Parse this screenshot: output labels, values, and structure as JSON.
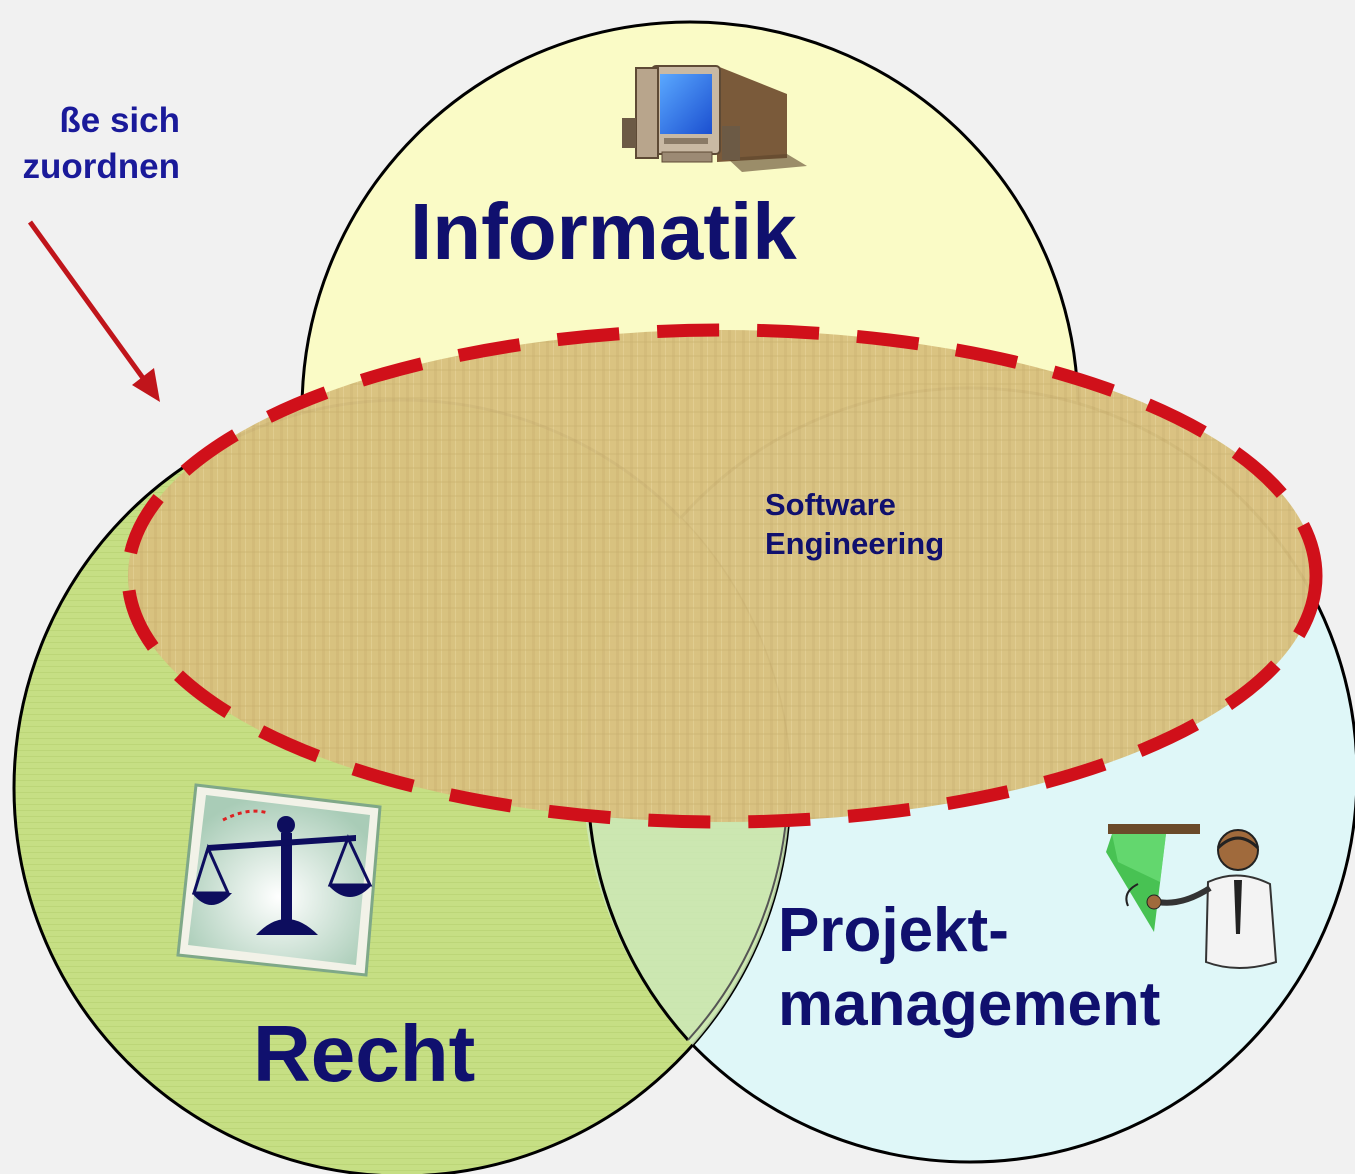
{
  "diagram": {
    "circles": [
      {
        "id": "informatik",
        "label": "Informatik",
        "icon": "computer-icon",
        "fill": "#fafbc6"
      },
      {
        "id": "recht",
        "label": "Recht",
        "icon": "scales-of-justice-icon",
        "fill": "#c6df84"
      },
      {
        "id": "projekt",
        "label_lines": [
          "Projekt-",
          "management"
        ],
        "icon": "presenter-icon",
        "fill": "#dff7f8"
      }
    ],
    "intersection": {
      "label_lines": [
        "Software",
        "Engineering"
      ],
      "fill": "#d9c17f",
      "border_color": "#d0101a"
    },
    "callout": {
      "lines": [
        "ße sich",
        "zuordnen"
      ],
      "arrow_color": "#c0151b"
    },
    "colors": {
      "text": "#10106e",
      "outline": "#000000",
      "background": "#f1f1f1"
    }
  }
}
